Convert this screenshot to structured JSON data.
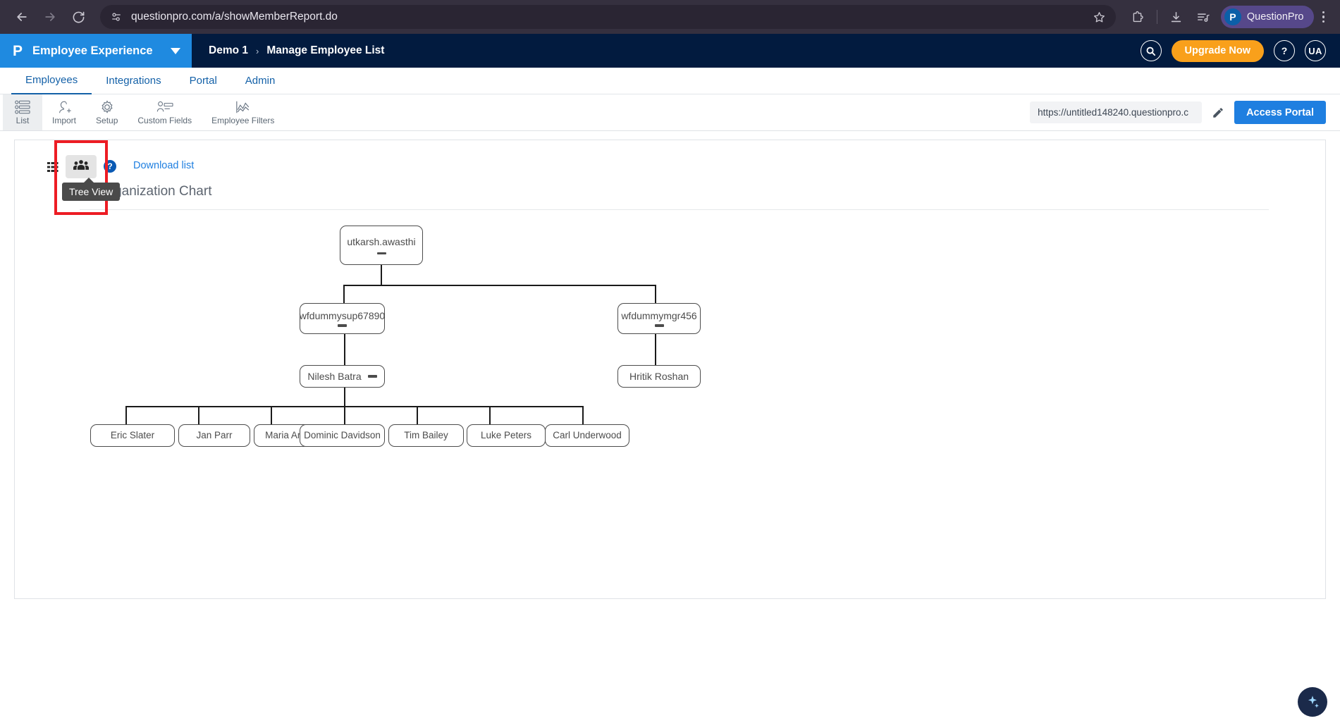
{
  "browser": {
    "url": "questionpro.com/a/showMemberReport.do",
    "back_icon": "back-arrow-icon",
    "forward_icon": "forward-arrow-icon",
    "reload_icon": "reload-icon",
    "site_info_icon": "site-settings-icon",
    "bookmark_icon": "star-icon",
    "extensions_icon": "puzzle-icon",
    "downloads_icon": "download-icon",
    "reading_list_icon": "reading-list-icon",
    "menu_icon": "three-dot-menu-icon",
    "profile": {
      "initial": "P",
      "name": "QuestionPro"
    }
  },
  "app_header": {
    "logo": "P",
    "product": "Employee Experience",
    "caret_icon": "chevron-down-icon",
    "breadcrumb": {
      "root": "Demo 1",
      "separator": "›",
      "current": "Manage Employee List"
    },
    "search_icon": "search-icon",
    "upgrade_label": "Upgrade Now",
    "help_label": "?",
    "avatar_label": "UA",
    "brand_blue": "#1f8ae0",
    "header_navy": "#021b3f",
    "upgrade_orange": "#f9a01b"
  },
  "tabs": [
    {
      "label": "Employees",
      "active": true
    },
    {
      "label": "Integrations",
      "active": false
    },
    {
      "label": "Portal",
      "active": false
    },
    {
      "label": "Admin",
      "active": false
    }
  ],
  "toolbar": {
    "items": [
      {
        "label": "List",
        "icon": "list-people-icon",
        "active": true
      },
      {
        "label": "Import",
        "icon": "add-person-icon",
        "active": false
      },
      {
        "label": "Setup",
        "icon": "gear-icon",
        "active": false
      },
      {
        "label": "Custom Fields",
        "icon": "person-card-icon",
        "active": false
      },
      {
        "label": "Employee Filters",
        "icon": "chart-line-icon",
        "active": false
      }
    ],
    "portal_url": "https://untitled148240.questionpro.c",
    "edit_icon": "pencil-icon",
    "access_portal_label": "Access Portal"
  },
  "content": {
    "grid_view_icon": "grid-list-icon",
    "tree_view_icon": "group-people-icon",
    "help_icon": "question-mark-icon",
    "download_label": "Download list",
    "tooltip_text": "Tree View",
    "chart_title": "Organization Chart",
    "highlight_color": "#ed1c24"
  },
  "chart_data": {
    "type": "tree",
    "title": "Organization Chart",
    "nodes": [
      {
        "id": "root",
        "label": "utkarsh.awasthi",
        "level": 0,
        "collapsible": true,
        "parent": null
      },
      {
        "id": "sup",
        "label": "wfdummysup67890",
        "level": 1,
        "collapsible": true,
        "parent": "root"
      },
      {
        "id": "mgr",
        "label": "wfdummymgr456",
        "level": 1,
        "collapsible": true,
        "parent": "root"
      },
      {
        "id": "nilesh",
        "label": "Nilesh Batra",
        "level": 2,
        "collapsible": true,
        "parent": "sup"
      },
      {
        "id": "hritik",
        "label": "Hritik Roshan",
        "level": 2,
        "collapsible": false,
        "parent": "mgr"
      },
      {
        "id": "l1",
        "label": "Eric Slater",
        "level": 3,
        "collapsible": false,
        "parent": "nilesh"
      },
      {
        "id": "l2",
        "label": "Jan Parr",
        "level": 3,
        "collapsible": false,
        "parent": "nilesh"
      },
      {
        "id": "l3",
        "label": "Maria Arnold",
        "level": 3,
        "collapsible": false,
        "parent": "nilesh"
      },
      {
        "id": "l4",
        "label": "Dominic Davidson",
        "level": 3,
        "collapsible": false,
        "parent": "nilesh"
      },
      {
        "id": "l5",
        "label": "Tim Bailey",
        "level": 3,
        "collapsible": false,
        "parent": "nilesh"
      },
      {
        "id": "l6",
        "label": "Luke Peters",
        "level": 3,
        "collapsible": false,
        "parent": "nilesh"
      },
      {
        "id": "l7",
        "label": "Carl Underwood",
        "level": 3,
        "collapsible": false,
        "parent": "nilesh"
      }
    ]
  },
  "float_widget": {
    "icon": "sparkle-assistant-icon"
  }
}
